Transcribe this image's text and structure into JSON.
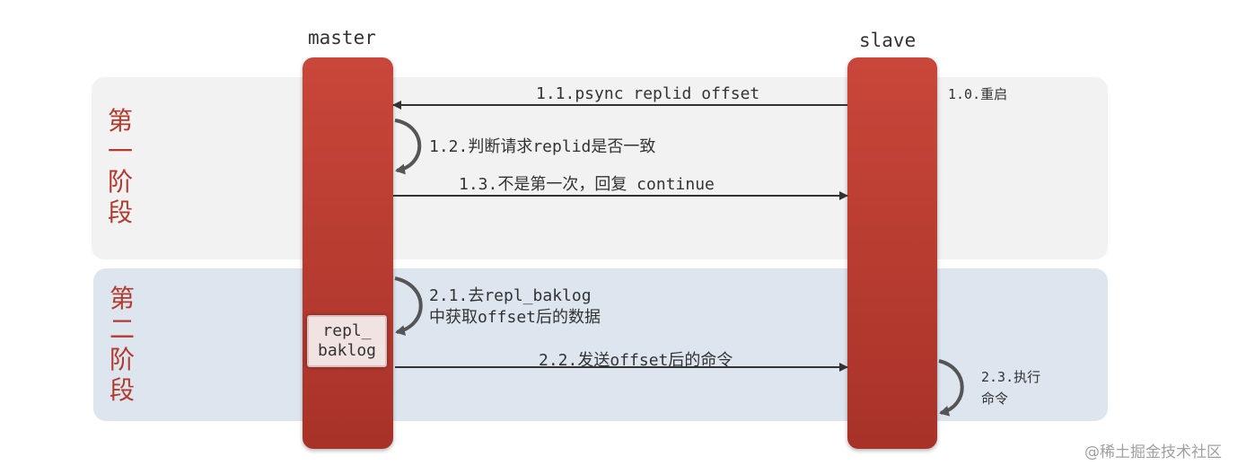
{
  "actors": {
    "master": "master",
    "slave": "slave"
  },
  "phases": [
    {
      "label": [
        "第",
        "一",
        "阶",
        "段"
      ]
    },
    {
      "label": [
        "第",
        "二",
        "阶",
        "段"
      ]
    }
  ],
  "messages": {
    "m1_0": "1.0.重启",
    "m1_1": "1.1.psync replid offset",
    "m1_2": "1.2.判断请求replid是否一致",
    "m1_3": "1.3.不是第一次，回复 continue",
    "m2_1_line1": "2.1.去repl_baklog",
    "m2_1_line2": "中获取offset后的数据",
    "m2_2": "2.2.发送offset后的命令",
    "m2_3_line1": "2.3.执行",
    "m2_3_line2": "命令"
  },
  "baklog": {
    "line1": "repl_",
    "line2": "baklog"
  },
  "watermark": "@稀土掘金技术社区",
  "colors": {
    "lifeline": "#b83a2f",
    "phase_label": "#b23a2e",
    "phase1_bg": "#f2f2f2",
    "phase2_bg": "#dde6ef",
    "arrow": "#333333"
  }
}
